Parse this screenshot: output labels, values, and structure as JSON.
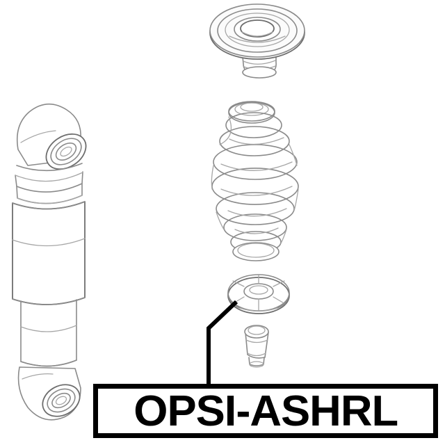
{
  "diagram": {
    "title": "OPSI-ASHRL",
    "type": "automotive-exploded-parts-diagram",
    "subject": "shock absorber and coil spring assembly",
    "background_color": "#ffffff",
    "line_color": "#8a8a8a",
    "label_color": "#000000"
  },
  "label": {
    "part_number": "OPSI-ASHRL",
    "border_color": "#000000",
    "text_color": "#000000",
    "background_color": "#ffffff"
  },
  "parts": [
    {
      "id": "strut-mount",
      "name": "Strut Mount / Upper Support Bearing",
      "position": "top-right",
      "description": "Concentric elliptical plate with central bore and tapered stem below"
    },
    {
      "id": "coil-spring",
      "name": "Coil Spring",
      "position": "center-right",
      "description": "Barrel-shaped helical coil spring, widest at mid height",
      "coil_count": 7
    },
    {
      "id": "bump-stop",
      "name": "Bump Stop / Spring Seat",
      "position": "lower-right",
      "description": "Segmented radial disc, highlighted by leader line to part number label",
      "highlighted": true
    },
    {
      "id": "bushing-cap",
      "name": "Bushing Cap",
      "position": "lower-right-below-bump-stop",
      "description": "Small cylindrical bushing with rounded top rim and narrower base"
    },
    {
      "id": "shock-absorber",
      "name": "Shock Absorber / Damper",
      "position": "left",
      "description": "Vertical cylindrical damper body with angled upper eye bushing and lower eye bushing"
    }
  ],
  "leader_line": {
    "from": "label-box-top",
    "to": "bump-stop",
    "color": "#000000"
  }
}
